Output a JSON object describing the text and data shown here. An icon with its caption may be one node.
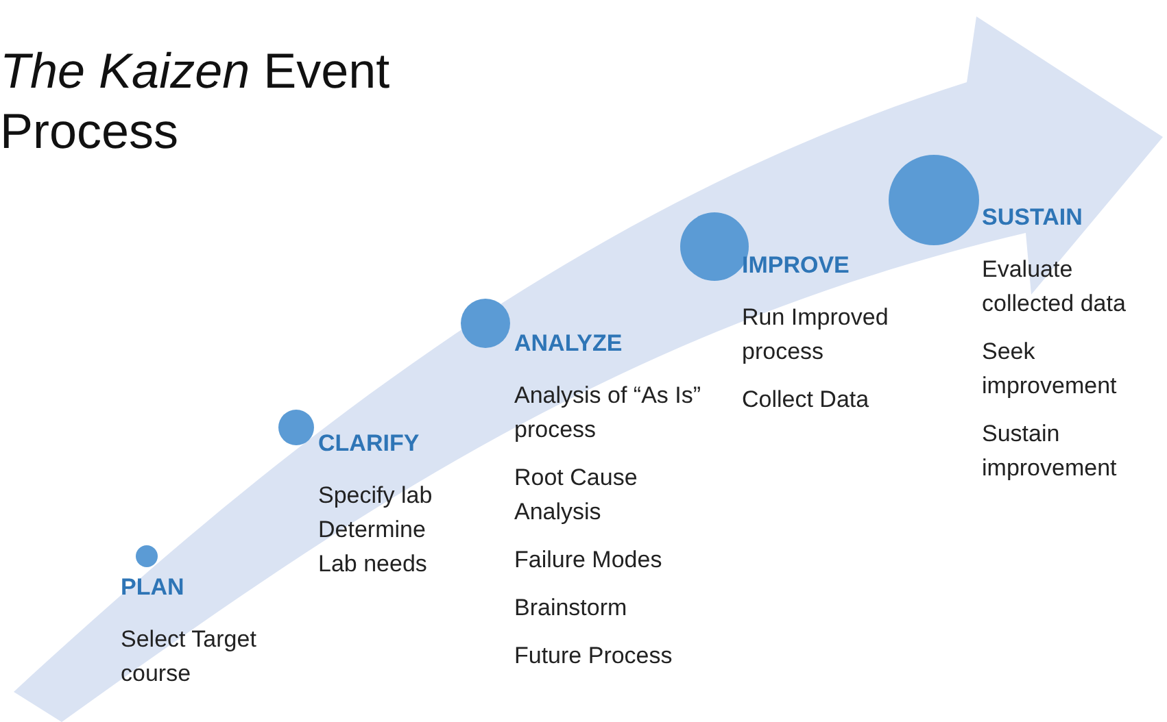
{
  "diagram": {
    "title": "*The Kaizen* Event Process",
    "nodes": [
      {
        "text": [
          "PLAN",
          "Select Target course"
        ]
      },
      {
        "text": [
          "CLARIFY",
          "Specify lab Determine Lab needs"
        ]
      },
      {
        "text": [
          "ANALYZE",
          "Analysis of “As Is” process",
          "Root Cause Analysis",
          "Failure Modes",
          "Brainstorm",
          "Future Process"
        ]
      },
      {
        "text": [
          "IMPROVE",
          "Run Improved process",
          "Collect Data"
        ]
      },
      {
        "text": [
          "SUSTAIN",
          "Evaluate collected data",
          "Seek improvement",
          "Sustain improvement"
        ]
      }
    ],
    "edges": []
  }
}
